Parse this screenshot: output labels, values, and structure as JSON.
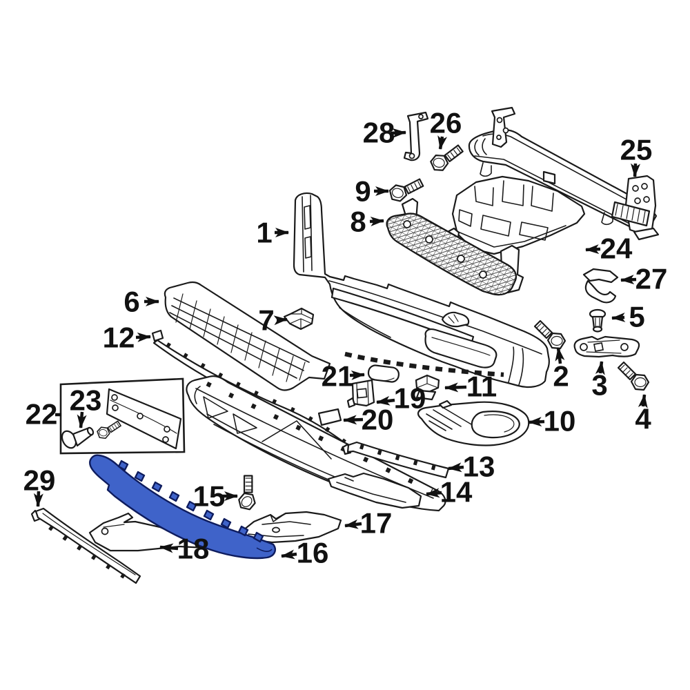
{
  "diagram": {
    "background": "#ffffff",
    "line_color": "#1a1a1a",
    "label_color": "#111111",
    "highlight_fill": "#3f63c9",
    "highlight_outline": "#0e1c5e",
    "callouts": {
      "c1": {
        "label": "1"
      },
      "c2": {
        "label": "2"
      },
      "c3": {
        "label": "3"
      },
      "c4": {
        "label": "4"
      },
      "c5": {
        "label": "5"
      },
      "c6": {
        "label": "6"
      },
      "c7": {
        "label": "7"
      },
      "c8": {
        "label": "8"
      },
      "c9": {
        "label": "9"
      },
      "c10": {
        "label": "10"
      },
      "c11": {
        "label": "11"
      },
      "c12": {
        "label": "12"
      },
      "c13": {
        "label": "13"
      },
      "c14": {
        "label": "14"
      },
      "c15": {
        "label": "15"
      },
      "c16": {
        "label": "16"
      },
      "c17": {
        "label": "17"
      },
      "c18": {
        "label": "18"
      },
      "c19": {
        "label": "19"
      },
      "c20": {
        "label": "20"
      },
      "c21": {
        "label": "21"
      },
      "c22": {
        "label": "22"
      },
      "c23": {
        "label": "23"
      },
      "c24": {
        "label": "24"
      },
      "c25": {
        "label": "25"
      },
      "c26": {
        "label": "26"
      },
      "c27": {
        "label": "27"
      },
      "c28": {
        "label": "28"
      },
      "c29": {
        "label": "29"
      }
    }
  }
}
